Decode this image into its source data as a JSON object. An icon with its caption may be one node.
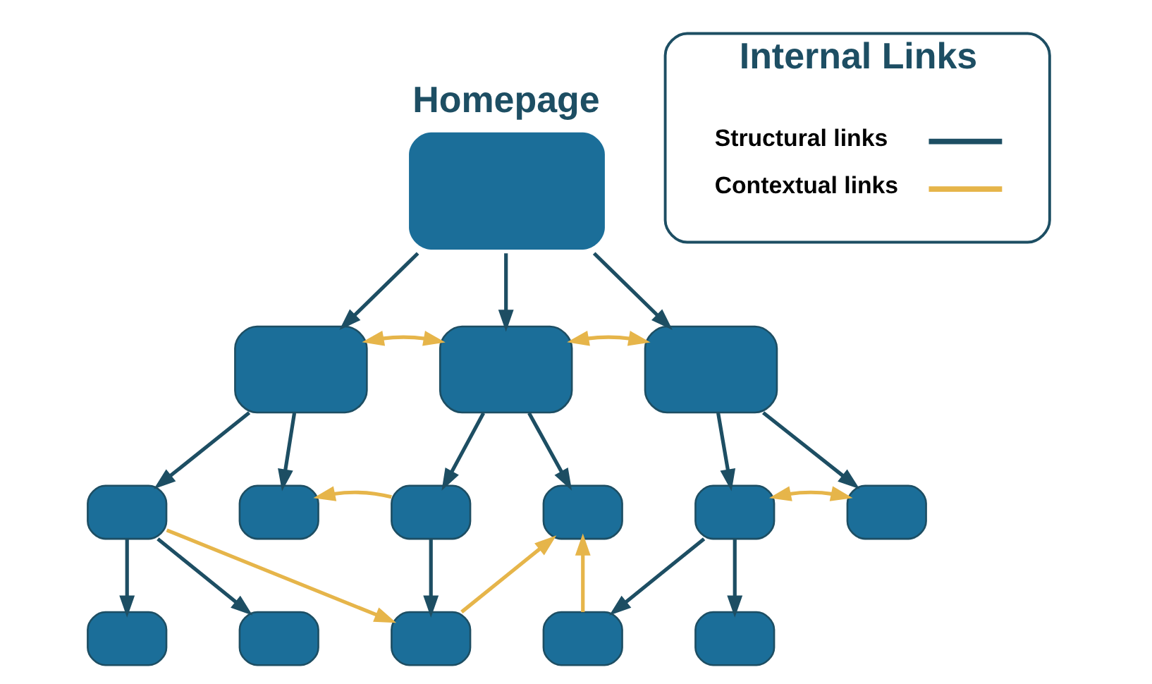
{
  "diagram": {
    "nodes": [
      {
        "text": [
          "Homepage"
        ]
      },
      {
        "text": [],
        "shape": "box"
      },
      {
        "text": [],
        "shape": "box"
      },
      {
        "text": [],
        "shape": "box"
      },
      {
        "text": [],
        "shape": "box"
      },
      {
        "text": [],
        "shape": "box"
      },
      {
        "text": [],
        "shape": "box"
      },
      {
        "text": [],
        "shape": "box"
      },
      {
        "text": [],
        "shape": "box"
      },
      {
        "text": [],
        "shape": "box"
      },
      {
        "text": [],
        "shape": "box"
      },
      {
        "text": [],
        "shape": "box"
      },
      {
        "text": [],
        "shape": "box"
      },
      {
        "text": [],
        "shape": "box"
      },
      {
        "text": [],
        "shape": "box"
      },
      {
        "text": [
          "Internal Links"
        ]
      }
    ],
    "edges": [
      {
        "from": 0,
        "to": 1,
        "arrow": "to"
      },
      {
        "from": 0,
        "to": 2,
        "arrow": "to"
      },
      {
        "from": 0,
        "to": 3,
        "arrow": "to"
      },
      {
        "from": 1,
        "to": 2,
        "arrow": "both",
        "color": "#e6b54a"
      },
      {
        "from": 2,
        "to": 3,
        "arrow": "both",
        "color": "#e6b54a"
      },
      {
        "from": 1,
        "to": 4,
        "arrow": "to"
      },
      {
        "from": 1,
        "to": 5,
        "arrow": "to"
      },
      {
        "from": 2,
        "to": 6,
        "arrow": "to"
      },
      {
        "from": 2,
        "to": 7,
        "arrow": "to"
      },
      {
        "from": 3,
        "to": 8,
        "arrow": "to"
      },
      {
        "from": 3,
        "to": 9,
        "arrow": "to"
      },
      {
        "from": 6,
        "to": 5,
        "arrow": "to",
        "color": "#e6b54a"
      },
      {
        "from": 8,
        "to": 9,
        "arrow": "both",
        "color": "#e6b54a"
      },
      {
        "from": 4,
        "to": 10,
        "arrow": "to"
      },
      {
        "from": 4,
        "to": 11,
        "arrow": "to"
      },
      {
        "from": 6,
        "to": 12,
        "arrow": "to"
      },
      {
        "from": 8,
        "to": 13,
        "arrow": "to"
      },
      {
        "from": 8,
        "to": 14,
        "arrow": "to"
      },
      {
        "from": 4,
        "to": 12,
        "arrow": "to",
        "color": "#e6b54a"
      },
      {
        "from": 12,
        "to": 7,
        "arrow": "to",
        "color": "#e6b54a"
      },
      {
        "from": 13,
        "to": 7,
        "arrow": "to",
        "color": "#e6b54a"
      }
    ],
    "legend": [
      {
        "text": "Structural links"
      },
      {
        "text": "Contextual links"
      }
    ]
  }
}
